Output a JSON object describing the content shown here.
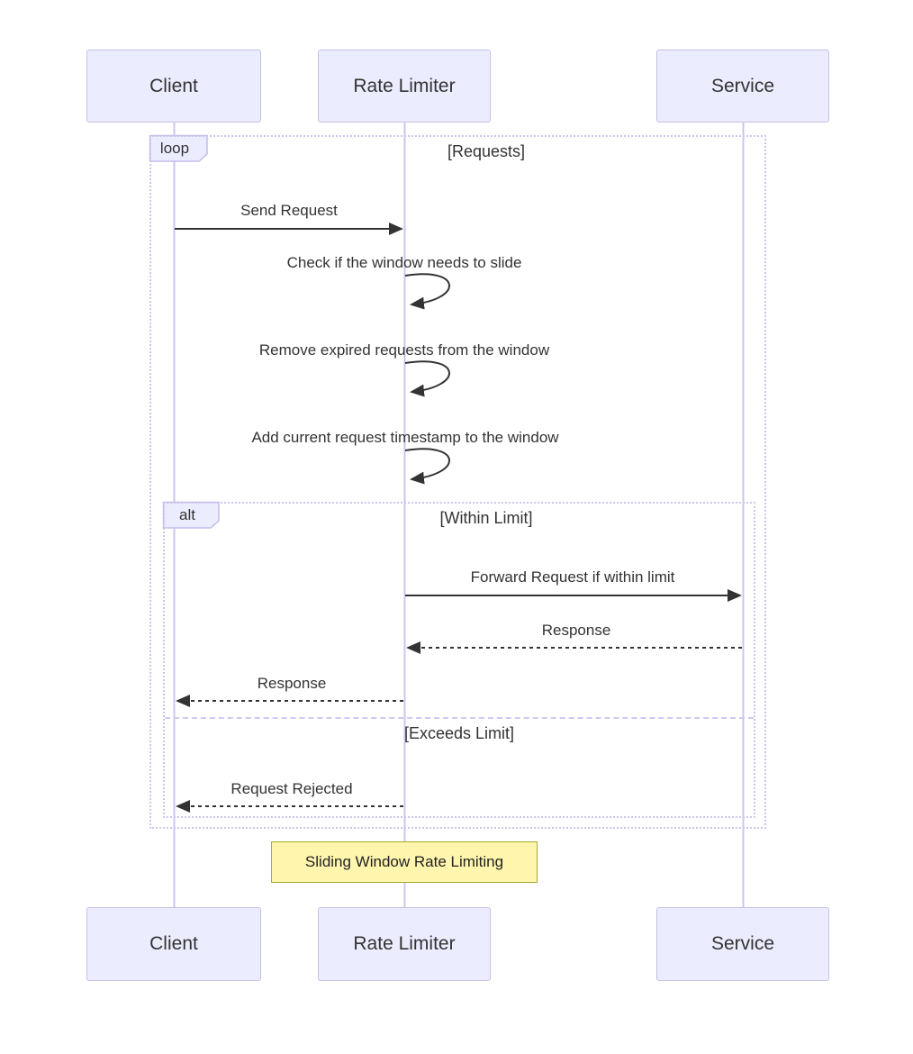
{
  "diagram_type": "sequence",
  "colors": {
    "actor_fill": "#ECECFF",
    "actor_border": "#CCCCFF",
    "lifeline": "#CDC5F0",
    "frame_border": "#CCCCFF",
    "note_fill": "#FFF5AD",
    "note_border": "#AAAA33",
    "message_text": "#333333",
    "arrow": "#333333"
  },
  "actors": [
    {
      "label": "Client"
    },
    {
      "label": "Rate Limiter"
    },
    {
      "label": "Service"
    }
  ],
  "loop_frame": {
    "label": "loop",
    "condition": "[Requests]"
  },
  "alt_frame": {
    "label": "alt",
    "condition_within": "[Within Limit]",
    "condition_exceeds": "[Exceeds Limit]"
  },
  "messages": [
    {
      "text": "Send Request",
      "from": "Client",
      "to": "Rate Limiter",
      "line": "solid"
    },
    {
      "text": "Check if the window needs to slide",
      "from": "Rate Limiter",
      "to": "Rate Limiter",
      "line": "self"
    },
    {
      "text": "Remove expired requests from the window",
      "from": "Rate Limiter",
      "to": "Rate Limiter",
      "line": "self"
    },
    {
      "text": "Add current request timestamp to the window",
      "from": "Rate Limiter",
      "to": "Rate Limiter",
      "line": "self"
    },
    {
      "text": "Forward Request if within limit",
      "from": "Rate Limiter",
      "to": "Service",
      "line": "solid"
    },
    {
      "text": "Response",
      "from": "Service",
      "to": "Rate Limiter",
      "line": "dashed"
    },
    {
      "text": "Response",
      "from": "Rate Limiter",
      "to": "Client",
      "line": "dashed"
    },
    {
      "text": "Request Rejected",
      "from": "Rate Limiter",
      "to": "Client",
      "line": "dashed"
    }
  ],
  "note": {
    "text": "Sliding Window Rate Limiting"
  }
}
